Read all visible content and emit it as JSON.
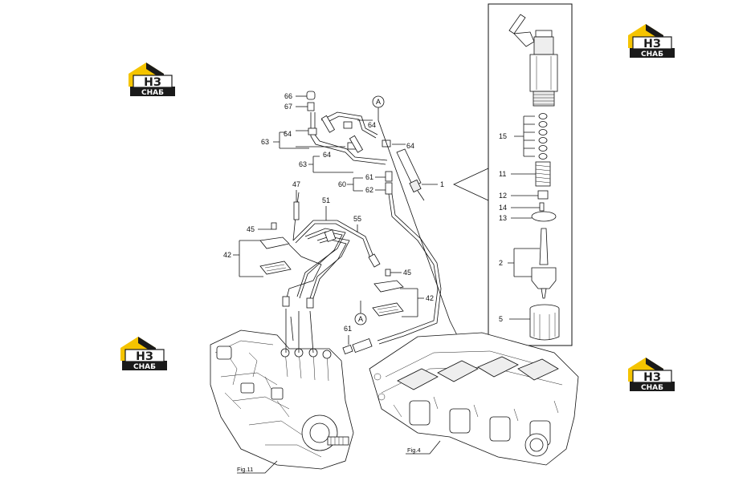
{
  "brand": {
    "logo_letters": "НЗ",
    "logo_word": "СНАБ",
    "colors": {
      "yellow": "#f5c400",
      "dark": "#1a1a1a",
      "white": "#ffffff"
    }
  },
  "callouts": {
    "c66": "66",
    "c67": "67",
    "c64a": "64",
    "c64b": "64",
    "c64c": "64",
    "c64d": "64",
    "c63a": "63",
    "c63b": "63",
    "c61a": "61",
    "c60": "60",
    "c62": "62",
    "c1": "1",
    "c47": "47",
    "c51": "51",
    "c55": "55",
    "c45a": "45",
    "c45b": "45",
    "c42a": "42",
    "c42b": "42",
    "c61b": "61",
    "c15": "15",
    "c11": "11",
    "c12": "12",
    "c14": "14",
    "c13": "13",
    "c2": "2",
    "c5": "5",
    "markA1": "A",
    "markA2": "A"
  },
  "figure_refs": {
    "fig11": "Fig.11",
    "fig4": "Fig.4"
  }
}
